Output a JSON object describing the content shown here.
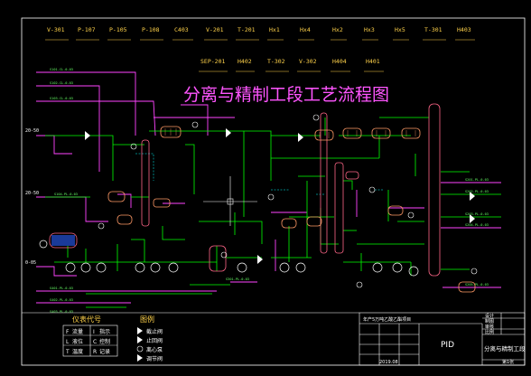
{
  "title": "分离与精制工段工艺流程图",
  "equipment_tags_row1": [
    "V-301",
    "P-107",
    "P-105",
    "P-108",
    "C403",
    "V-201",
    "T-201",
    "Hx1",
    "Hx4",
    "Hx2",
    "Hx3",
    "Hx5",
    "T-301",
    "H403"
  ],
  "equipment_tags_row2": [
    "SEP-201",
    "H402",
    "T-302",
    "V-302",
    "H404",
    "H401"
  ],
  "side_labels": {
    "left_top": "20-50",
    "left_mid": "20-50",
    "left_bottom": "0-05"
  },
  "legend": {
    "instrument_title": "仪表代号",
    "instrument_items": [
      {
        "code": "F",
        "name": "流量"
      },
      {
        "code": "I",
        "name": "指示"
      },
      {
        "code": "L",
        "name": "液位"
      },
      {
        "code": "C",
        "name": "控制"
      },
      {
        "code": "T",
        "name": "温度"
      },
      {
        "code": "R",
        "name": "记录"
      }
    ],
    "symbol_title": "图例",
    "symbol_items": [
      "截止阀",
      "止回阀",
      "离心泵",
      "调节阀"
    ]
  },
  "title_block": {
    "project": "年产5万吨乙酸乙酯项目",
    "drawing_type": "PID",
    "drawing_name": "分离与精制工段",
    "rows_right": [
      "设计",
      "制图",
      "审核",
      "比例"
    ],
    "date": "2019.08",
    "sheet": "第1张"
  },
  "colors": {
    "background": "#000000",
    "process_line": "#00ff00",
    "utility_line": "#ff44ff",
    "vessel": "#ff6688",
    "tag": "#ffd24a",
    "frame": "#ffffff",
    "signal_line": "#00ffff",
    "heat_exchanger": "#ff9966"
  },
  "icons": [
    "vessel-icon",
    "column-icon",
    "heat-exchanger-icon",
    "pump-icon",
    "valve-icon",
    "instrument-bubble-icon",
    "crosshair-cursor-icon"
  ]
}
